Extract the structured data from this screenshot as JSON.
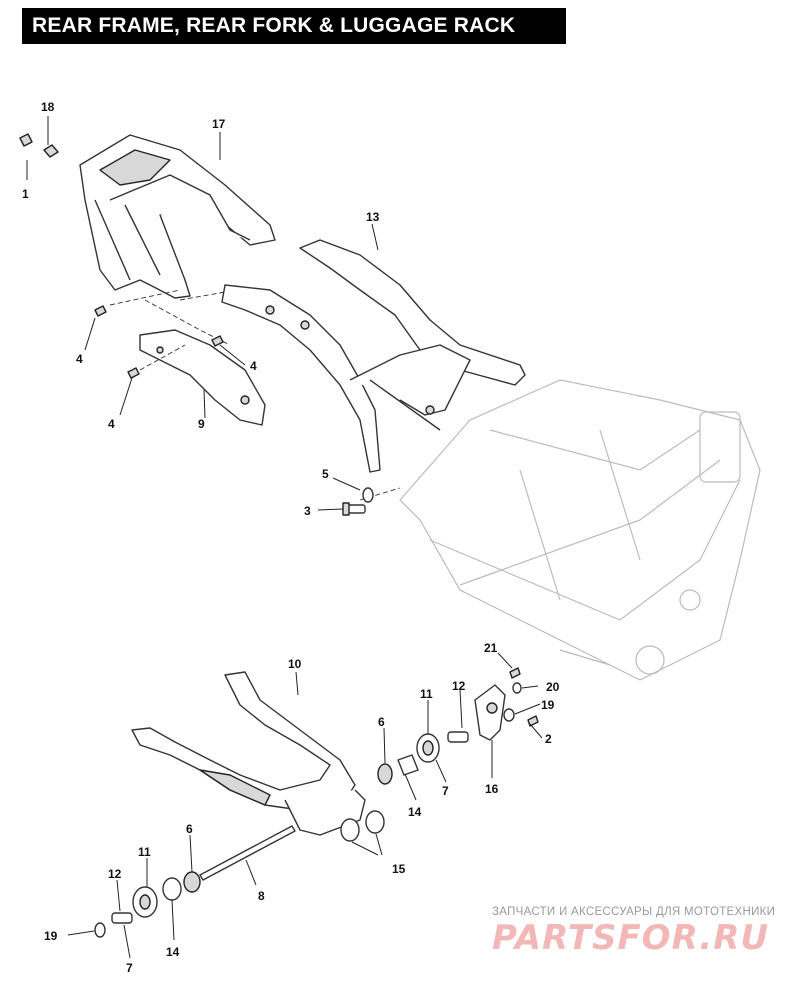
{
  "title": "REAR FRAME, REAR FORK & LUGGAGE RACK",
  "callouts": {
    "c18": "18",
    "c1": "1",
    "c17": "17",
    "c13": "13",
    "c4a": "4",
    "c4b": "4",
    "c4c": "4",
    "c9": "9",
    "c5": "5",
    "c3": "3",
    "c10": "10",
    "c21": "21",
    "c12a": "12",
    "c11a": "11",
    "c20": "20",
    "c19a": "19",
    "c6a": "6",
    "c2": "2",
    "c7a": "7",
    "c16": "16",
    "c14a": "14",
    "c15": "15",
    "c6b": "6",
    "c11b": "11",
    "c12b": "12",
    "c8": "8",
    "c19b": "19",
    "c14b": "14",
    "c7b": "7"
  },
  "watermark": {
    "text": "ЗАПЧАСТИ И АКСЕССУАРЫ ДЛЯ МОТОТЕХНИКИ",
    "logo": "PARTSFOR.RU"
  }
}
